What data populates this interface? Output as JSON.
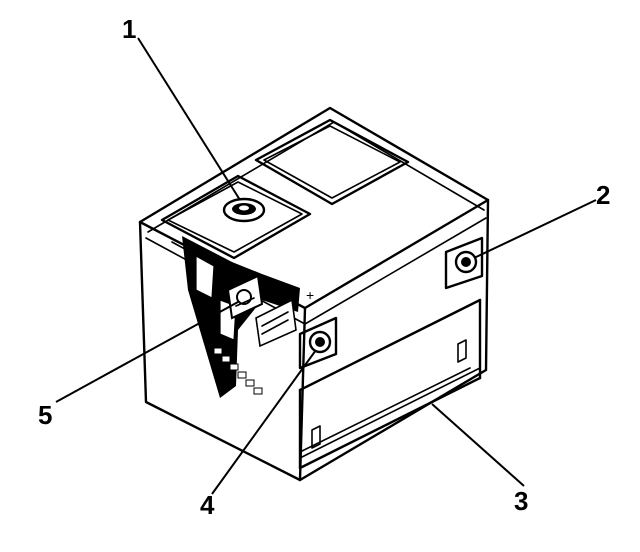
{
  "diagram": {
    "callouts": [
      {
        "id": "1",
        "label": "1"
      },
      {
        "id": "2",
        "label": "2"
      },
      {
        "id": "3",
        "label": "3"
      },
      {
        "id": "4",
        "label": "4"
      },
      {
        "id": "5",
        "label": "5"
      }
    ],
    "top_terminal_mark": "+",
    "colors": {
      "ink": "#000000",
      "paper": "#ffffff"
    }
  }
}
